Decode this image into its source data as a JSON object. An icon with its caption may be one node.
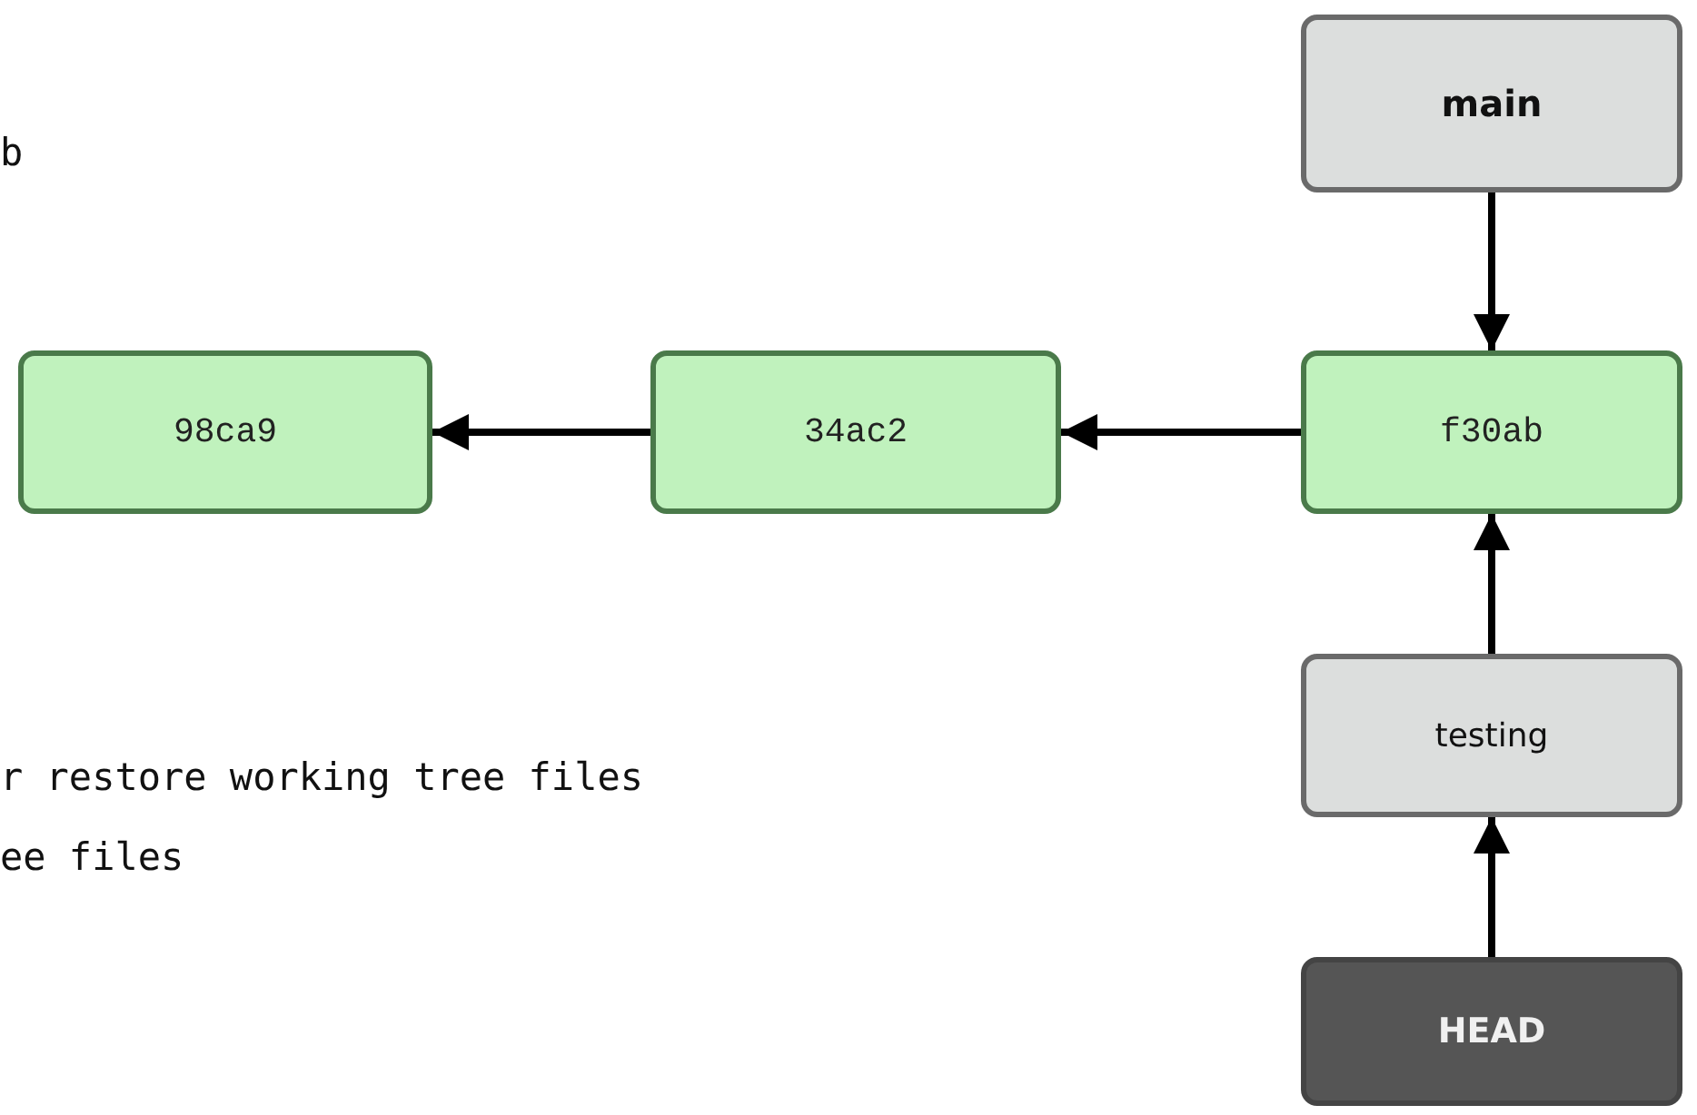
{
  "diagram": {
    "nodes": [
      {
        "text": [
          "main"
        ]
      },
      {
        "text": [
          "98ca9"
        ]
      },
      {
        "text": [
          "34ac2"
        ]
      },
      {
        "text": [
          "f30ab"
        ]
      },
      {
        "text": [
          "testing"
        ]
      },
      {
        "text": [
          "HEAD"
        ]
      }
    ],
    "edges": [
      {
        "from": 2,
        "to": 1,
        "arrow": "to"
      },
      {
        "from": 3,
        "to": 2,
        "arrow": "to"
      },
      {
        "from": 0,
        "to": 3,
        "arrow": "to"
      },
      {
        "from": 4,
        "to": 3,
        "arrow": "to"
      },
      {
        "from": 5,
        "to": 4,
        "arrow": "to"
      }
    ],
    "labels": [
      "b",
      "r restore working tree files",
      "ee files"
    ]
  }
}
